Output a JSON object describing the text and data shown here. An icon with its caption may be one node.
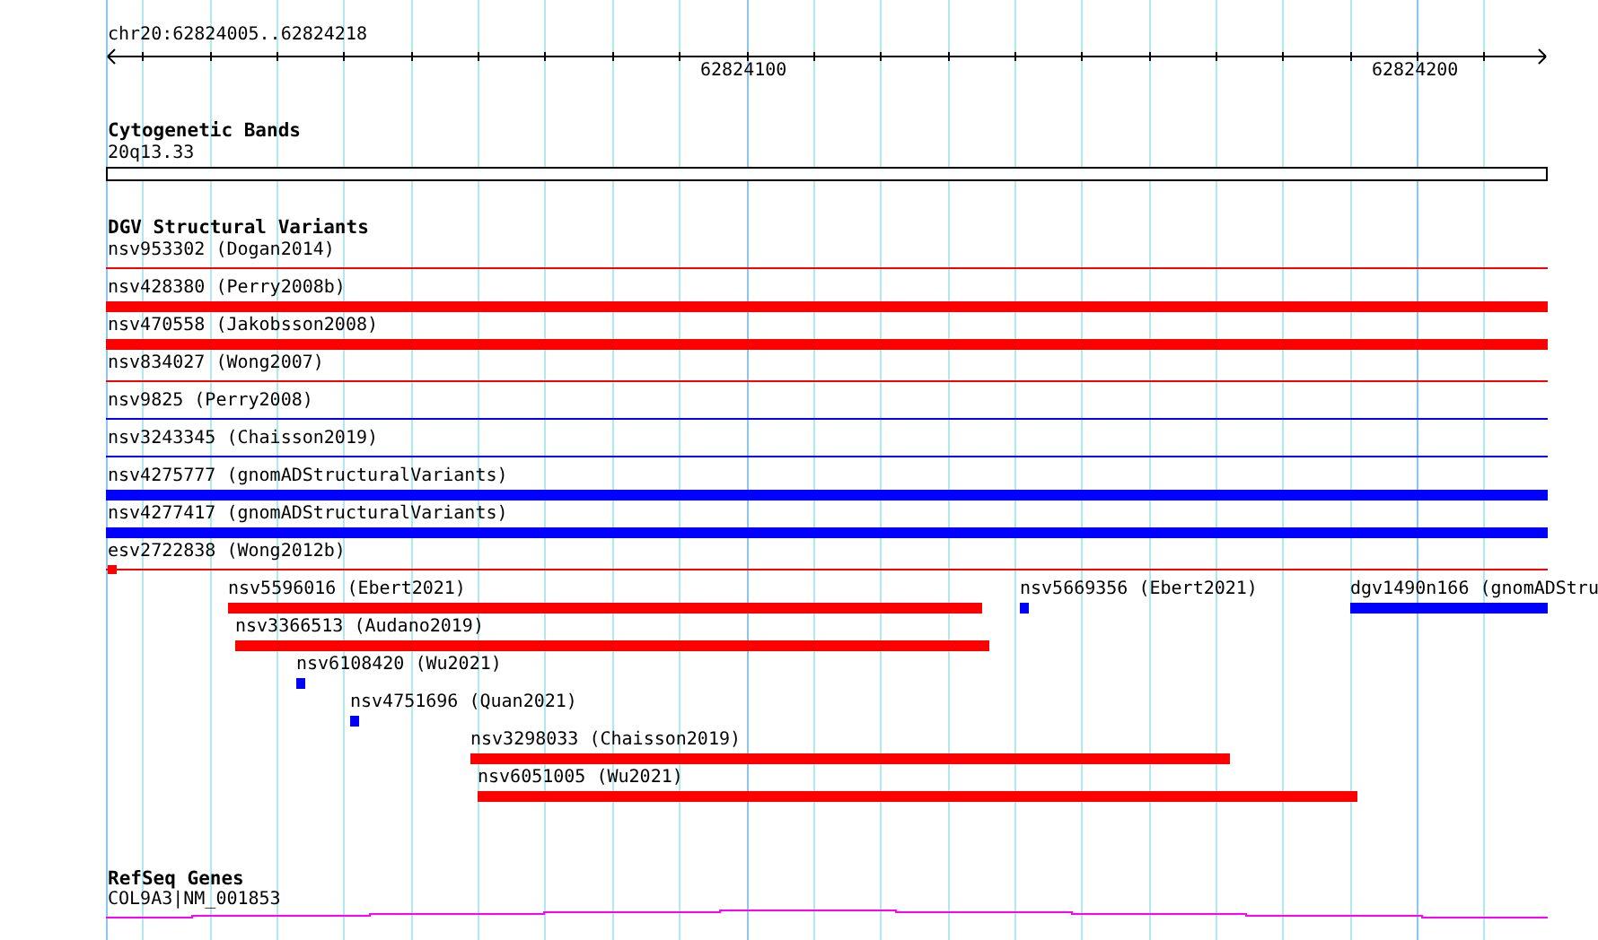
{
  "diagram": {
    "nodes": [
      {
        "text": [
          "Cytogenetic Bands"
        ]
      },
      {
        "text": [
          "20q13.33"
        ],
        "in": 0
      },
      {
        "text": [
          "DGV Structural Variants"
        ]
      },
      {
        "text": [
          "nsv953302 (Dogan2014)"
        ],
        "in": 2
      },
      {
        "text": [
          "nsv428380 (Perry2008b)"
        ],
        "in": 2
      },
      {
        "text": [
          "nsv470558 (Jakobsson2008)"
        ],
        "in": 2
      },
      {
        "text": [
          "nsv834027 (Wong2007)"
        ],
        "in": 2
      },
      {
        "text": [
          "nsv9825 (Perry2008)"
        ],
        "in": 2
      },
      {
        "text": [
          "nsv3243345 (Chaisson2019)"
        ],
        "in": 2
      },
      {
        "text": [
          "nsv4275777 (gnomADStructuralVariants)"
        ],
        "in": 2
      },
      {
        "text": [
          "nsv4277417 (gnomADStructuralVariants)"
        ],
        "in": 2
      },
      {
        "text": [
          "esv2722838 (Wong2012b)"
        ],
        "in": 2
      },
      {
        "text": [
          "nsv5596016 (Ebert2021)"
        ],
        "in": 2
      },
      {
        "text": [
          "nsv5669356 (Ebert2021)"
        ],
        "in": 2
      },
      {
        "text": [
          "dgv1490n166 (gnomADStru"
        ],
        "in": 2
      },
      {
        "text": [
          "nsv3366513 (Audano2019)"
        ],
        "in": 2
      },
      {
        "text": [
          "nsv6108420 (Wu2021)"
        ],
        "in": 2
      },
      {
        "text": [
          "nsv4751696 (Quan2021)"
        ],
        "in": 2
      },
      {
        "text": [
          "nsv3298033 (Chaisson2019)"
        ],
        "in": 2
      },
      {
        "text": [
          "nsv6051005 (Wu2021)"
        ],
        "in": 2
      },
      {
        "text": [
          "RefSeq Genes"
        ]
      },
      {
        "text": [
          "COL9A3|NM_001853"
        ],
        "in": 20
      }
    ],
    "labels": [
      "chr20:62824005..62824218",
      "62824100",
      "62824200"
    ]
  }
}
